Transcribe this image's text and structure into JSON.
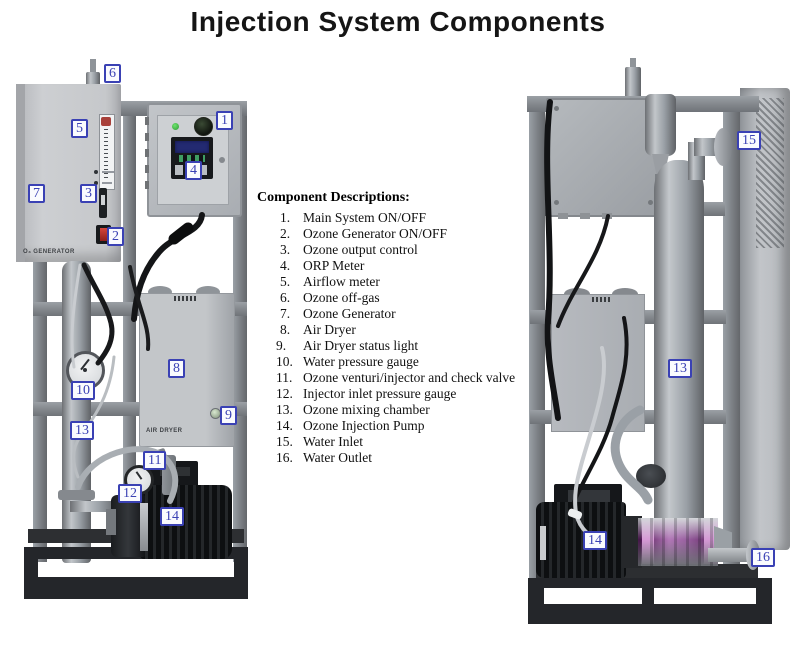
{
  "title": "Injection System Components",
  "colors": {
    "callout_blue": "#3a41b4"
  },
  "descriptions": {
    "heading": "Component Descriptions:",
    "items": [
      {
        "num": "1.",
        "text": "Main System ON/OFF"
      },
      {
        "num": "2.",
        "text": "Ozone Generator ON/OFF"
      },
      {
        "num": "3.",
        "text": "Ozone output control"
      },
      {
        "num": "4.",
        "text": "ORP Meter"
      },
      {
        "num": "5.",
        "text": "Airflow meter"
      },
      {
        "num": "6.",
        "text": "Ozone off-gas"
      },
      {
        "num": "7.",
        "text": "Ozone Generator"
      },
      {
        "num": "8.",
        "text": "Air Dryer"
      },
      {
        "num": "9.",
        "text": "Air Dryer status light"
      },
      {
        "num": "10.",
        "text": "Water pressure gauge"
      },
      {
        "num": "11.",
        "text": "Ozone venturi/injector and check valve"
      },
      {
        "num": "12.",
        "text": "Injector inlet pressure gauge"
      },
      {
        "num": "13.",
        "text": "Ozone mixing chamber"
      },
      {
        "num": "14.",
        "text": "Ozone Injection Pump"
      },
      {
        "num": "15.",
        "text": "Water Inlet"
      },
      {
        "num": "16.",
        "text": "Water Outlet"
      }
    ]
  },
  "equipment_text": {
    "generator": "O₃ GENERATOR",
    "air_dryer": "AIR DRYER"
  },
  "callouts": {
    "front": [
      "6",
      "5",
      "1",
      "4",
      "7",
      "3",
      "2",
      "8",
      "9",
      "10",
      "13",
      "11",
      "12",
      "14"
    ],
    "rear": [
      "15",
      "13",
      "14",
      "16"
    ]
  }
}
